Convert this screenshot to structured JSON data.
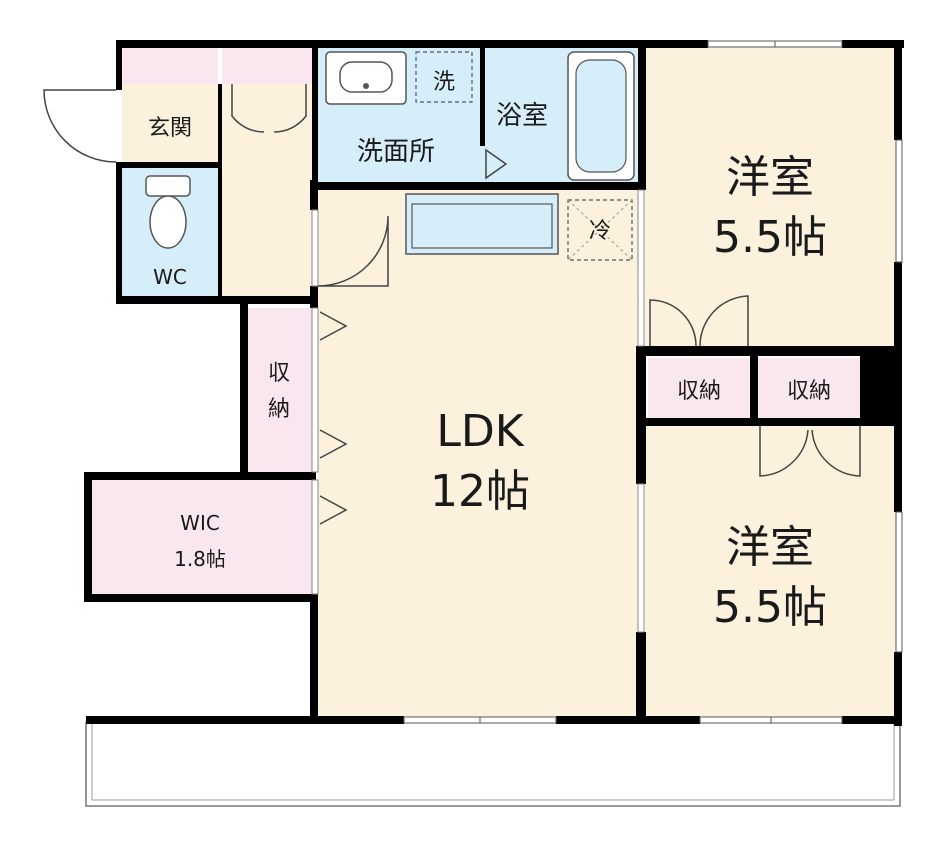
{
  "rooms": {
    "genkan": {
      "label": "玄関"
    },
    "wc": {
      "label": "WC"
    },
    "senmenjo": {
      "label": "洗面所"
    },
    "sentakuki": {
      "label": "洗"
    },
    "yokushitsu": {
      "label": "浴室"
    },
    "reizoko": {
      "label": "冷"
    },
    "ldk": {
      "label": "LDK",
      "size": "12帖"
    },
    "shuno_left": {
      "label": "収納"
    },
    "wic": {
      "label": "WIC",
      "size": "1.8帖"
    },
    "yoshitsu_top": {
      "label": "洋室",
      "size": "5.5帖"
    },
    "shuno_mid1": {
      "label": "収納"
    },
    "shuno_mid2": {
      "label": "収納"
    },
    "yoshitsu_bottom": {
      "label": "洋室",
      "size": "5.5帖"
    }
  },
  "colors": {
    "floor": "#fbf1dc",
    "wet": "#d6eefa",
    "storage": "#fae6ee",
    "wall": "#000000"
  }
}
